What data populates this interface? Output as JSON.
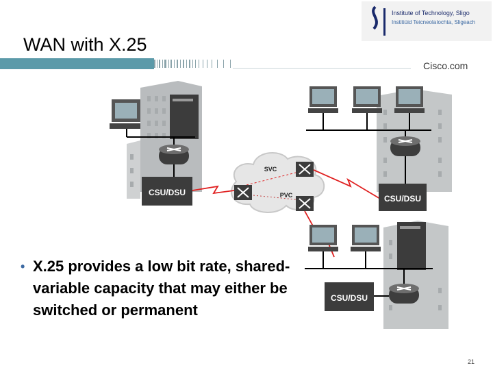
{
  "header": {
    "logo_line1": "Institute of Technology, Sligo",
    "logo_line2": "Institiúid Teicneolaíochta, Sligeach",
    "brand": "Cisco.com"
  },
  "slide": {
    "title": "WAN with X.25",
    "bullet": "X.25 provides a low bit rate, shared-variable capacity that may either be switched or permanent",
    "page_number": "21"
  },
  "diagram": {
    "csu_left": "CSU/DSU",
    "csu_right_top": "CSU/DSU",
    "csu_right_bottom": "CSU/DSU",
    "svc_label": "SVC",
    "pvc_label": "PVC"
  },
  "colors": {
    "accent": "#5b9aa9",
    "link_red": "#e02020",
    "device_dark": "#3f3f3f"
  }
}
